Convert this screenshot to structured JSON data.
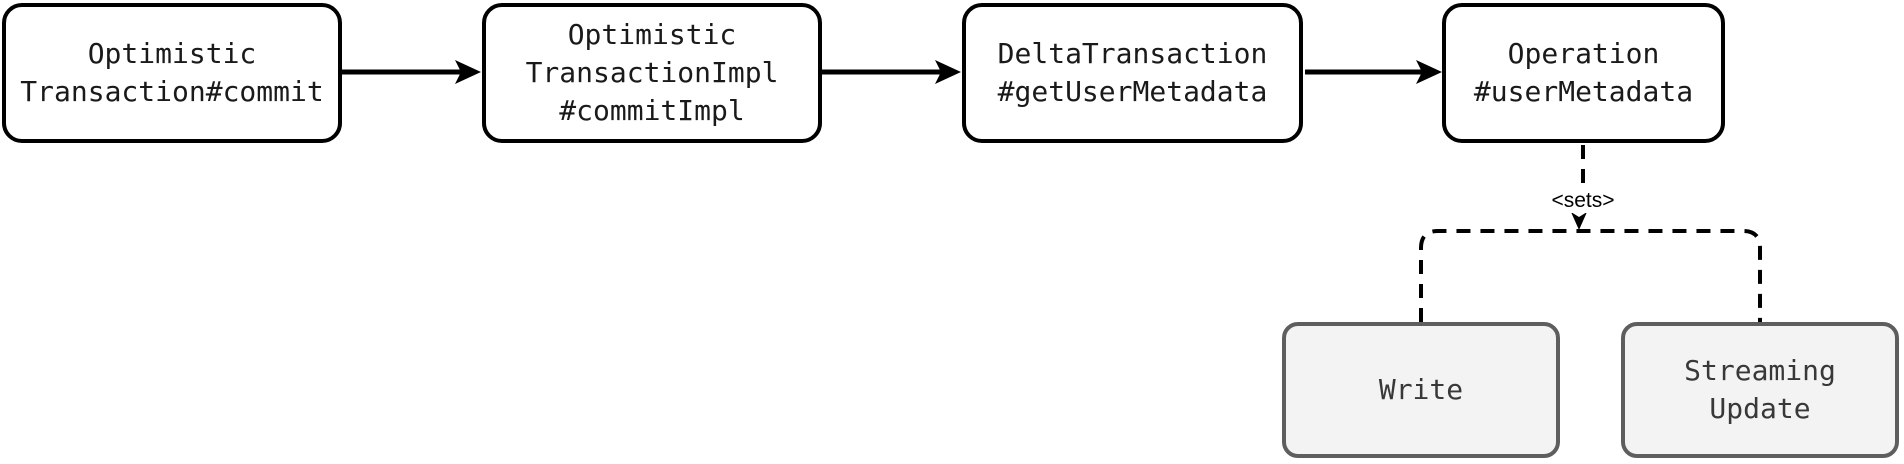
{
  "diagram": {
    "type": "flowchart",
    "background": "#ffffff",
    "edge_label": "<sets>",
    "colors": {
      "primary_node_border": "#000000",
      "primary_node_fill": "#ffffff",
      "primary_node_text": "#1a1a1a",
      "secondary_node_border": "#5e5e5e",
      "secondary_node_fill": "#f3f3f3",
      "secondary_node_text": "#383838",
      "connector": "#000000"
    },
    "nodes": [
      {
        "id": "optimistic-transaction-commit",
        "label": "Optimistic\nTransaction#commit",
        "style": "primary"
      },
      {
        "id": "optimistic-transaction-impl-commit-impl",
        "label": "Optimistic\nTransactionImpl\n#commitImpl",
        "style": "primary"
      },
      {
        "id": "delta-transaction-get-user-metadata",
        "label": "DeltaTransaction\n#getUserMetadata",
        "style": "primary"
      },
      {
        "id": "operation-user-metadata",
        "label": "Operation\n#userMetadata",
        "style": "primary"
      },
      {
        "id": "write",
        "label": "Write",
        "style": "secondary"
      },
      {
        "id": "streaming-update",
        "label": "Streaming\nUpdate",
        "style": "secondary"
      }
    ],
    "edges": [
      {
        "from": "OptimisticTransaction#commit",
        "to": "OptimisticTransactionImpl#commitImpl",
        "style": "solid-arrow"
      },
      {
        "from": "OptimisticTransactionImpl#commitImpl",
        "to": "DeltaTransaction#getUserMetadata",
        "style": "solid-arrow"
      },
      {
        "from": "DeltaTransaction#getUserMetadata",
        "to": "Operation#userMetadata",
        "style": "solid-arrow"
      },
      {
        "from": "Operation#userMetadata",
        "to": "Write",
        "style": "dashed-arrow",
        "label": "<sets>"
      },
      {
        "from": "Operation#userMetadata",
        "to": "Streaming Update",
        "style": "dashed-arrow",
        "label": "<sets>"
      }
    ]
  }
}
